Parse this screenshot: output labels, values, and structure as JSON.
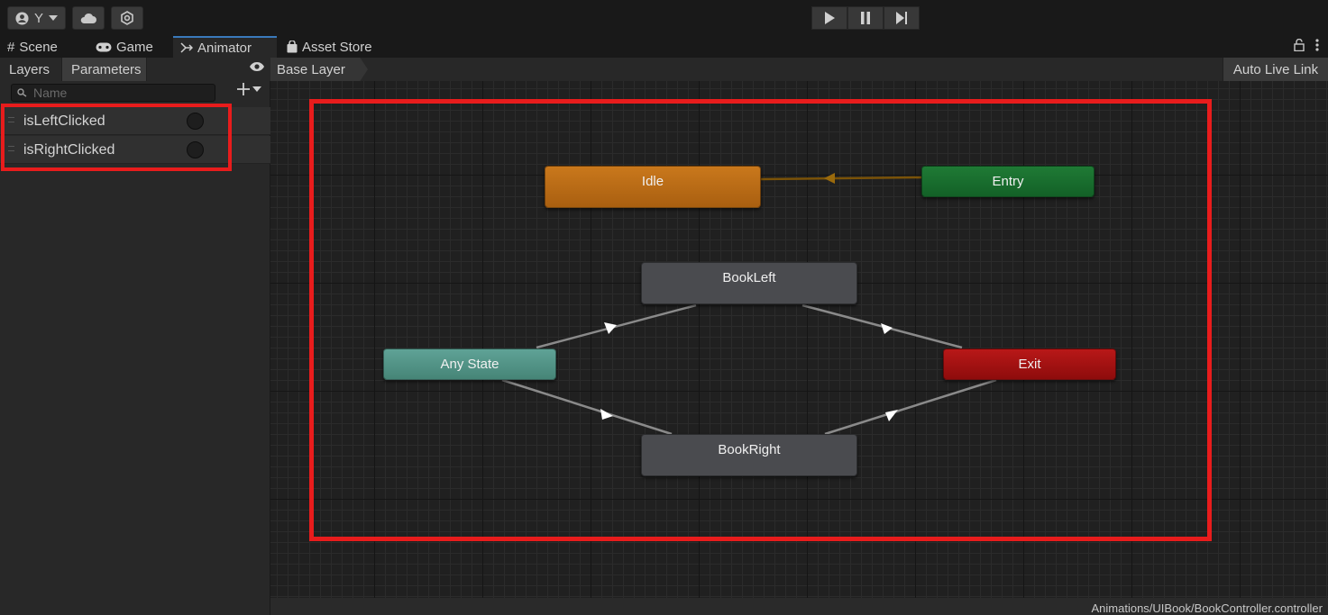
{
  "toolbar": {
    "account_label": "Y",
    "icons": [
      "account-icon",
      "dropdown-caret-icon",
      "cloud-icon",
      "collab-icon",
      "play-icon",
      "pause-icon",
      "step-icon"
    ]
  },
  "tabs": [
    {
      "label": "Scene",
      "icon": "grid-icon",
      "active": false
    },
    {
      "label": "Game",
      "icon": "gamepad-icon",
      "active": false
    },
    {
      "label": "Animator",
      "icon": "animator-icon",
      "active": true
    },
    {
      "label": "Asset Store",
      "icon": "bag-icon",
      "active": false
    }
  ],
  "left_panel": {
    "tabs": [
      "Layers",
      "Parameters"
    ],
    "active_tab": "Parameters",
    "search_placeholder": "Name",
    "parameters": [
      {
        "name": "isLeftClicked",
        "type": "trigger"
      },
      {
        "name": "isRightClicked",
        "type": "trigger"
      }
    ]
  },
  "graph": {
    "breadcrumb": "Base Layer",
    "auto_live_link": "Auto Live Link",
    "nodes": {
      "idle": "Idle",
      "entry": "Entry",
      "bookleft": "BookLeft",
      "anystate": "Any State",
      "exit": "Exit",
      "bookright": "BookRight"
    }
  },
  "status": {
    "path": "Animations/UIBook/BookController.controller"
  },
  "colors": {
    "highlight": "#e81c1c",
    "idle": "#c9781c",
    "entry": "#1f7a35",
    "anystate": "#5fa296",
    "exit": "#b81818",
    "state": "#4a4b4f",
    "tab_accent": "#3a79bb"
  }
}
